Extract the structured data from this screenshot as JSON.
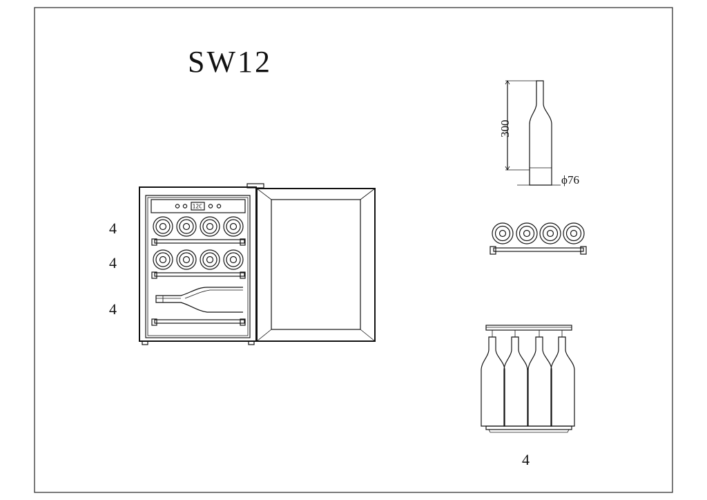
{
  "drawing": {
    "model": "SW12",
    "shelf_counts": [
      "4",
      "4",
      "4"
    ],
    "height_dimension": "300",
    "diameter_dimension": "ϕ76",
    "display_temp": "12C",
    "top_view_count": "4"
  }
}
